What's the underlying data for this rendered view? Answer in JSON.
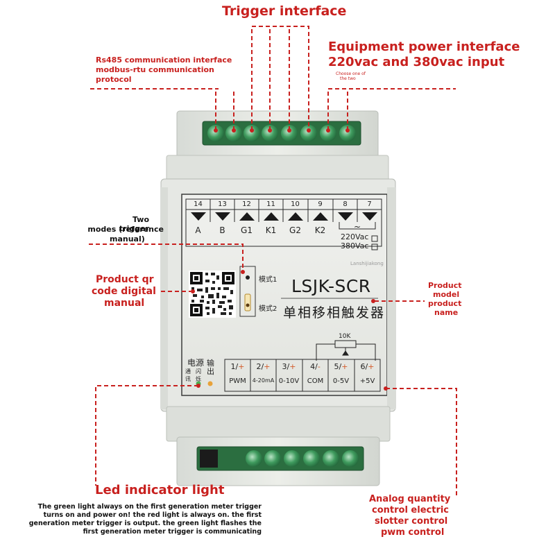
{
  "labels": {
    "trigger_interface": "Trigger interface",
    "rs485_line1": "Rs485 communication interface",
    "rs485_line2": "modbus-rtu communication",
    "rs485_line3": "protocol",
    "power_line1": "Equipment power interface",
    "power_line2": "220vac and 380vac input",
    "power_small1": "Choose one of",
    "power_small2": "the two",
    "two_trigger_line1": "Two trigger",
    "two_trigger_line2": "modes (reference",
    "two_trigger_line3": "manual)",
    "qr_line1": "Product qr",
    "qr_line2": "code digital",
    "qr_line3": "manual",
    "product_line1": "Product",
    "product_line2": "model",
    "product_line3": "product",
    "product_line4": "name",
    "led_title": "Led indicator light",
    "led_desc1": "The green light always on the first generation meter trigger",
    "led_desc2": "turns on and power on! the red light is always on. the first",
    "led_desc3": "generation meter trigger is output. the green light flashes the",
    "led_desc4": "first generation meter trigger is communicating",
    "analog_line1": "Analog quantity",
    "analog_line2": "control electric",
    "analog_line3": "slotter control",
    "analog_line4": "pwm control"
  },
  "device": {
    "model": "LSJK-SCR",
    "name_cn": "单相移相触发器",
    "brand_small": "Lanshijiakong",
    "top_terminals": [
      {
        "num": "14",
        "pin": "A"
      },
      {
        "num": "13",
        "pin": "B"
      },
      {
        "num": "12",
        "pin": "G1"
      },
      {
        "num": "11",
        "pin": "K1"
      },
      {
        "num": "10",
        "pin": "G2"
      },
      {
        "num": "9",
        "pin": "K2"
      },
      {
        "num": "8",
        "pin": ""
      },
      {
        "num": "7",
        "pin": ""
      }
    ],
    "voltage_220": "220Vac",
    "voltage_380": "380Vac",
    "ac_symbol": "~",
    "mode1": "模式1",
    "mode2": "模式2",
    "pot_label": "10K",
    "led_power": "电源",
    "led_power_sub1": "通",
    "led_power_sub2": "闪",
    "led_power_sub3": "讯",
    "led_power_sub4": "烁",
    "led_output": "输出",
    "bottom_terminals": [
      {
        "num": "1/",
        "sign": "+",
        "label": "PWM"
      },
      {
        "num": "2/",
        "sign": "+",
        "label": "4-20mA"
      },
      {
        "num": "3/",
        "sign": "+",
        "label": "0-10V"
      },
      {
        "num": "4/",
        "sign": "-",
        "label": "COM"
      },
      {
        "num": "5/",
        "sign": "+",
        "label": "0-5V"
      },
      {
        "num": "6/",
        "sign": "+",
        "label": "+5V"
      }
    ]
  },
  "colors": {
    "annotation_red": "#c8201e",
    "housing": "#e4e7e2",
    "terminal_green": "#2e8a4c"
  },
  "icons": {
    "up_triangle": "up-triangle-icon",
    "down_triangle": "down-triangle-icon",
    "qr": "qr-code-icon",
    "led": "led-icon"
  }
}
